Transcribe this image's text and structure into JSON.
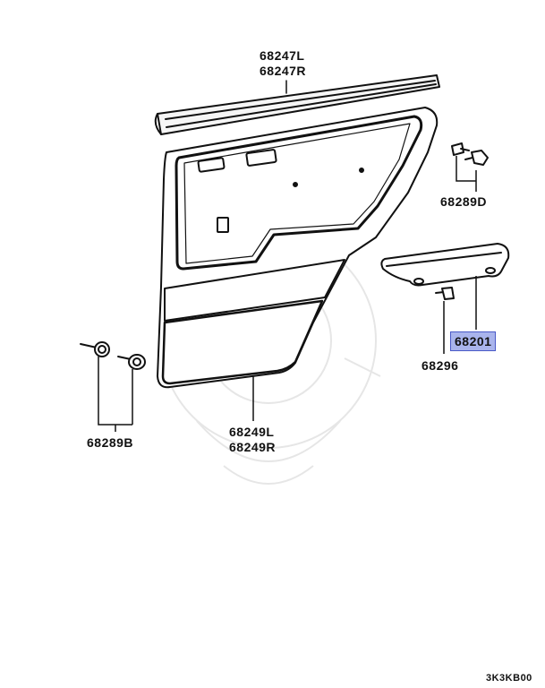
{
  "labels": {
    "molding_l": "68247L",
    "molding_r": "68247R",
    "clip_d": "68289D",
    "pull_handle": "68201",
    "screw": "68296",
    "clip_b": "68289B",
    "trim_l": "68249L",
    "trim_r": "68249R"
  },
  "diagram_code": "3K3KB00",
  "colors": {
    "highlight": "#a9b4ec",
    "highlight_border": "#4a5ac8",
    "line": "#111111",
    "watermark": "#e4e4e4"
  }
}
